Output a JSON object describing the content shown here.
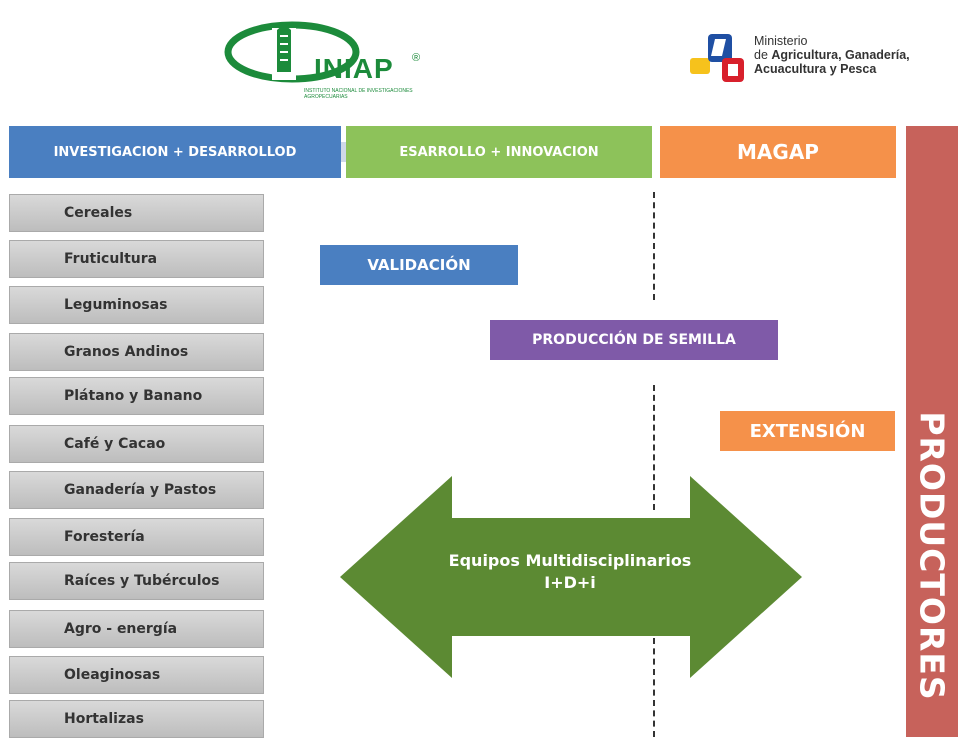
{
  "logos": {
    "iniap": {
      "name": "INIAP",
      "registered": "®",
      "subtitle": "INSTITUTO NACIONAL DE INVESTIGACIONES AGROPECUARIAS"
    },
    "ministerio": {
      "line1": "Ministerio",
      "line2_prefix": "de ",
      "line2_bold": "Agricultura, Ganadería,",
      "line3": "Acuacultura y Pesca"
    }
  },
  "headers": {
    "investigacion": "INVESTIGACION + DESARROLLOD",
    "desarrollo": "ESARROLLO + INNOVACION",
    "magap": "MAGAP"
  },
  "productores": "PRODUCTORES",
  "categories": [
    "Cereales",
    "Fruticultura",
    "Leguminosas",
    "Granos Andinos",
    "Plátano y Banano",
    "Café y Cacao",
    "Ganadería y Pastos",
    "Forestería",
    "Raíces y Tubérculos",
    "Agro - energía",
    "Oleaginosas",
    "Hortalizas"
  ],
  "process": {
    "validacion": "VALIDACIÓN",
    "produccion": "PRODUCCIÓN DE SEMILLA",
    "extension": "EXTENSIÓN"
  },
  "arrow": {
    "line1": "Equipos Multidisciplinarios",
    "line2": "I+D+i"
  },
  "colors": {
    "blue": "#4a7fc1",
    "green": "#8dc25a",
    "orange": "#f5914a",
    "purple": "#7f5aa8",
    "red": "#c7625b",
    "arrow_green": "#5c8a33",
    "iniap_green": "#1c8b3b"
  }
}
